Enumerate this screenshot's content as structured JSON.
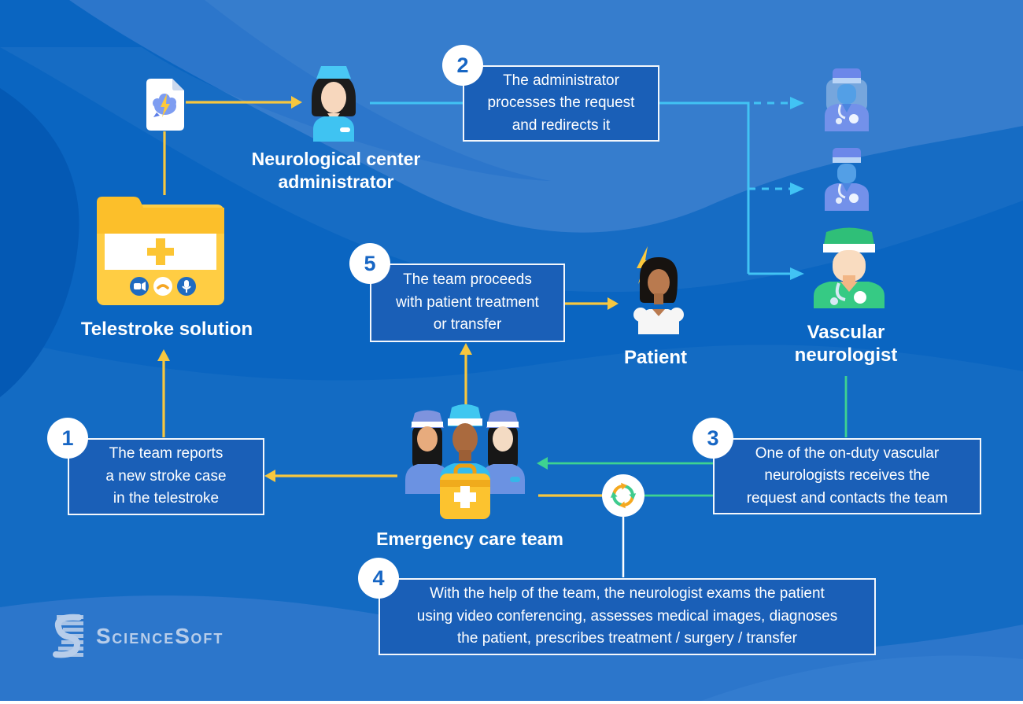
{
  "nodes": {
    "telestroke": {
      "label": "Telestroke solution"
    },
    "admin": {
      "label": "Neurological center\nadministrator"
    },
    "neurologist": {
      "label": "Vascular\nneurologist"
    },
    "patient": {
      "label": "Patient"
    },
    "team": {
      "label": "Emergency care team"
    }
  },
  "steps": [
    {
      "number": "1",
      "text": "The team reports\na new stroke case\nin the telestroke"
    },
    {
      "number": "2",
      "text": "The administrator\nprocesses the request\nand redirects it"
    },
    {
      "number": "3",
      "text": "One of the on-duty vascular\nneurologists receives the\nrequest and contacts the team"
    },
    {
      "number": "4",
      "text": "With the help of the team, the neurologist exams the patient\nusing video conferencing, assesses medical images, diagnoses\nthe patient, prescribes treatment / surgery / transfer"
    },
    {
      "number": "5",
      "text": "The team proceeds\nwith patient treatment\nor transfer"
    }
  ],
  "logo": {
    "seg1": "S",
    "seg2": "CIENCE",
    "seg3": "S",
    "seg4": "OFT"
  },
  "icons": {
    "document": "stroke-report-document-icon",
    "folder": "telestroke-solution-folder-icon",
    "sync": "sync-arrows-icon"
  },
  "colors": {
    "background": "#0a65c1",
    "wave": "#2c76cb",
    "darkWedge": "#0459b4",
    "boxFill": "#1a5fb7",
    "accentYellow": "#f7c73f",
    "accentCyan": "#41c3f4",
    "accentGreen": "#3ed291",
    "numberBlue": "#1766c4",
    "logoBlue": "#b7cdea",
    "folderYellow": "#ffcd43",
    "scrubsGreen": "#36ca84",
    "scrubsCyan": "#33bcee"
  }
}
